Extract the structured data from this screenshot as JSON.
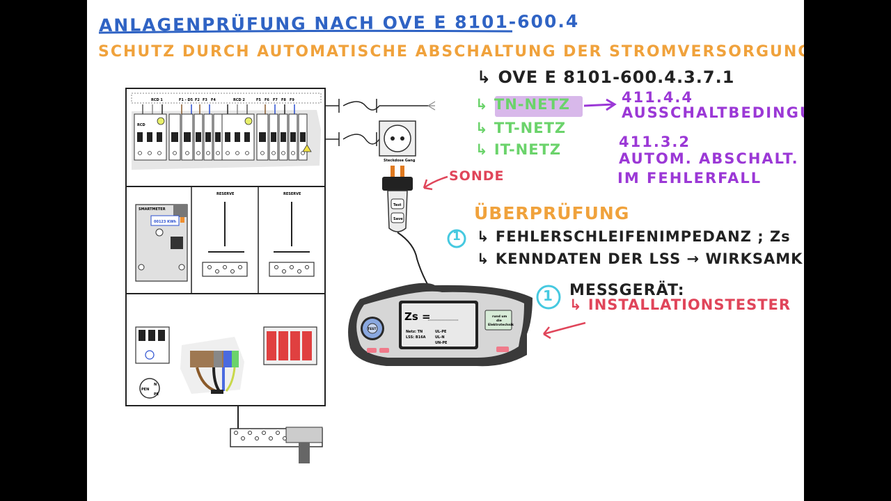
{
  "header": {
    "title": "ANLAGENPRÜFUNG NACH OVE E 8101-600.4",
    "subtitle": "SCHUTZ DURCH AUTOMATISCHE ABSCHALTUNG DER STROMVERSORGUNG"
  },
  "standard": {
    "reference": "↳ OVE E 8101-600.4.3.7.1",
    "networks": [
      "↳ TN-NETZ",
      "↳ TT-NETZ",
      "↳ IT-NETZ"
    ],
    "tn_clause_1_number": "411.4.4",
    "tn_clause_1_text": "AUSSCHALTBEDINGUNG",
    "tn_clause_2_number": "411.3.2",
    "tn_clause_2_line1": "AUTOM. ABSCHALT.",
    "tn_clause_2_line2": "IM FEHLERFALL"
  },
  "probe_label": "SONDE",
  "check": {
    "heading": "ÜBERPRÜFUNG",
    "step_number": "1",
    "item1": "↳ FEHLERSCHLEIFENIMPEDANZ ; Zs",
    "item2": "↳ KENNDATEN DER LSS → WIRKSAMKEIT"
  },
  "meter": {
    "step_number": "1",
    "heading": "MESSGERÄT:",
    "type": "↳ INSTALLATIONSTESTER"
  },
  "panel": {
    "rcd1_label": "RCD 1",
    "f1_f5_label": "F1 - D5",
    "f2_label": "F2",
    "f3_label": "F3",
    "f4_label": "F4",
    "rcd2_label": "RCD 2",
    "f5_label": "F5",
    "f6_label": "F6",
    "f7_label": "F7",
    "f8_label": "F8",
    "f9_label": "F9",
    "rcd_small": "RCD",
    "smartmeter": "SMARTMETER",
    "meter_reading": "00123 KWh",
    "reserve_1": "RESERVE",
    "reserve_2": "RESERVE",
    "pen_label": "PEN",
    "n_label": "N",
    "pe_label": "PE"
  },
  "socket_label": "Steckdose Gang",
  "probe": {
    "test_button": "Test",
    "save_button": "Save"
  },
  "tester": {
    "zs_symbol": "Zs =",
    "netz": "Netz: TN",
    "lss": "LSS: B16A",
    "u_lpe": "UL-PE",
    "u_ln": "UL-N",
    "u_npe": "UN-PE",
    "nav_center": "TEST",
    "brand_line1": "rund um",
    "brand_line2": "die",
    "brand_line3": "Elektrotechnik"
  }
}
